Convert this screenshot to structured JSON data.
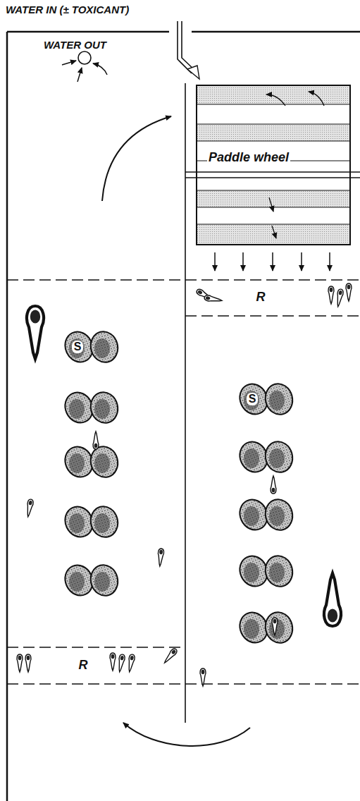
{
  "diagram": {
    "nodes": [
      {
        "text": [
          "Paddle wheel"
        ]
      }
    ],
    "labels": [
      "WATER IN (± TOXICANT)",
      "WATER OUT",
      "R",
      "R",
      "S",
      "S"
    ]
  }
}
